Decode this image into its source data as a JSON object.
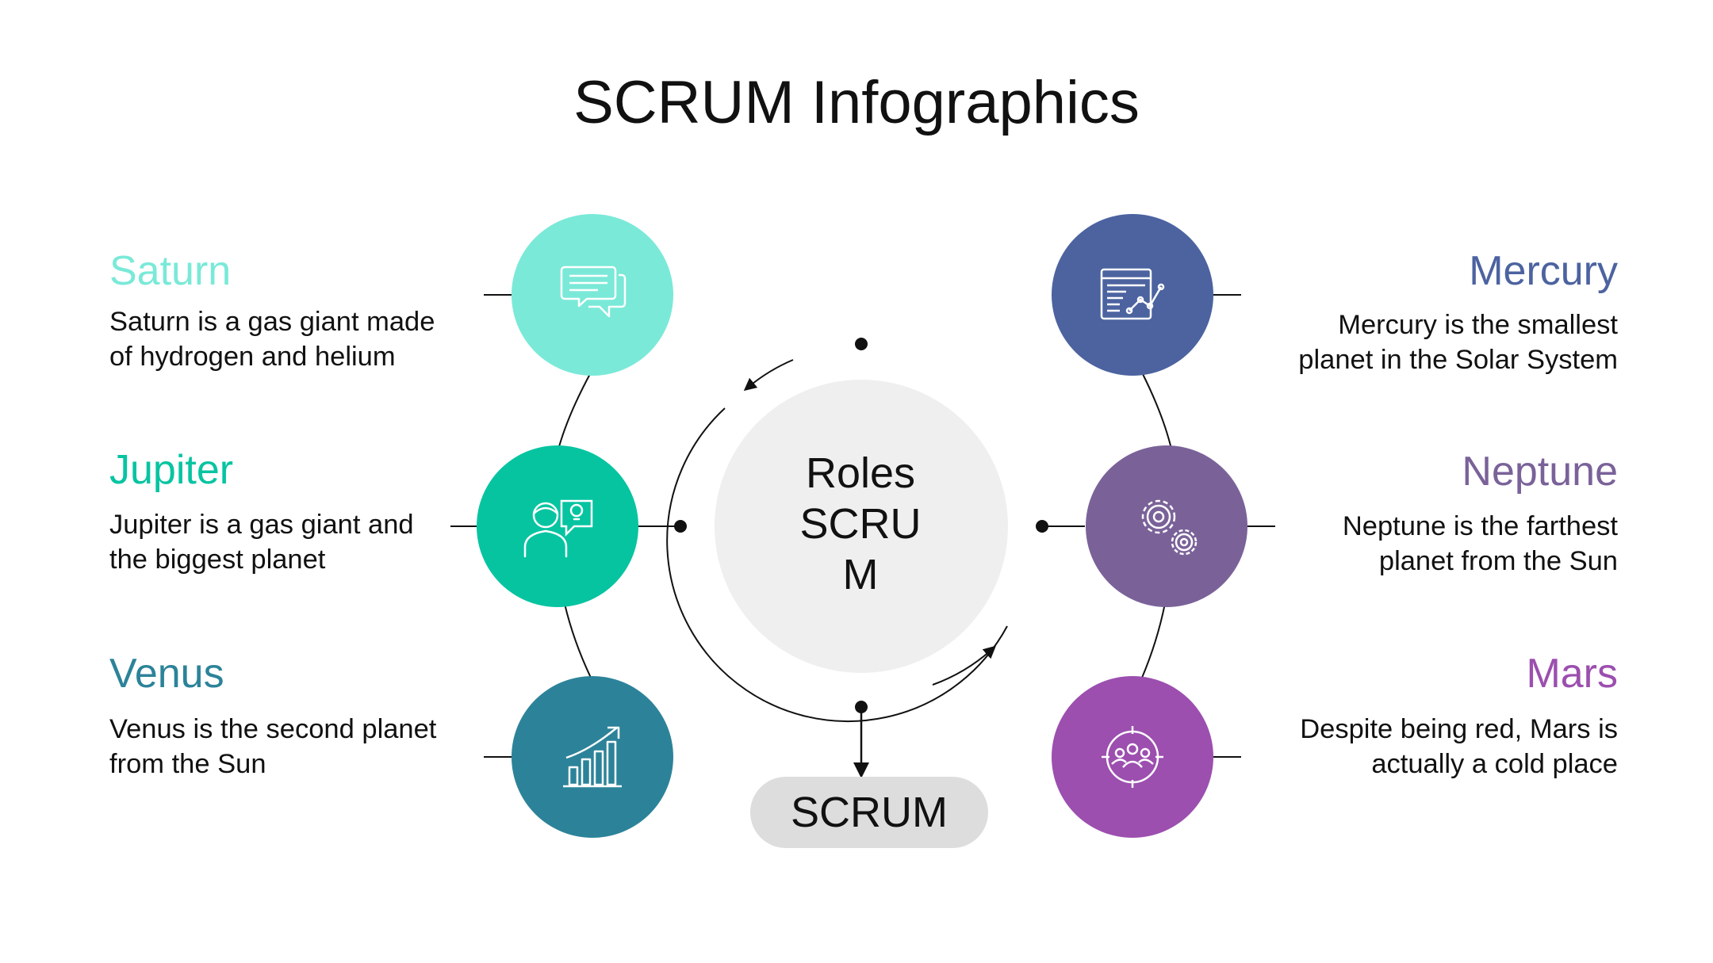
{
  "title": "SCRUM Infographics",
  "center": {
    "text": "Roles\nSCRU\nM"
  },
  "output": {
    "label": "SCRUM"
  },
  "colors": {
    "saturn": "#7ae9d8",
    "jupiter": "#07c4a1",
    "venus": "#2c8399",
    "mercury": "#4c63a0",
    "neptune": "#7a6299",
    "mars": "#9c4faf",
    "center_fill": "#efefef",
    "pill_fill": "#dddddd"
  },
  "planets": {
    "saturn": {
      "name": "Saturn",
      "description": "Saturn is a gas giant made\nof hydrogen and helium",
      "icon": "chat-bubbles-icon"
    },
    "jupiter": {
      "name": "Jupiter",
      "description": "Jupiter is a gas giant and\nthe biggest planet",
      "icon": "person-idea-icon"
    },
    "venus": {
      "name": "Venus",
      "description": "Venus is the second planet\nfrom the Sun",
      "icon": "growth-chart-icon"
    },
    "mercury": {
      "name": "Mercury",
      "description": "Mercury is the smallest\nplanet in the Solar System",
      "icon": "report-chart-icon"
    },
    "neptune": {
      "name": "Neptune",
      "description": "Neptune is the farthest\nplanet from the Sun",
      "icon": "gears-icon"
    },
    "mars": {
      "name": "Mars",
      "description": "Despite being red, Mars is\nactually a cold place",
      "icon": "team-target-icon"
    }
  }
}
